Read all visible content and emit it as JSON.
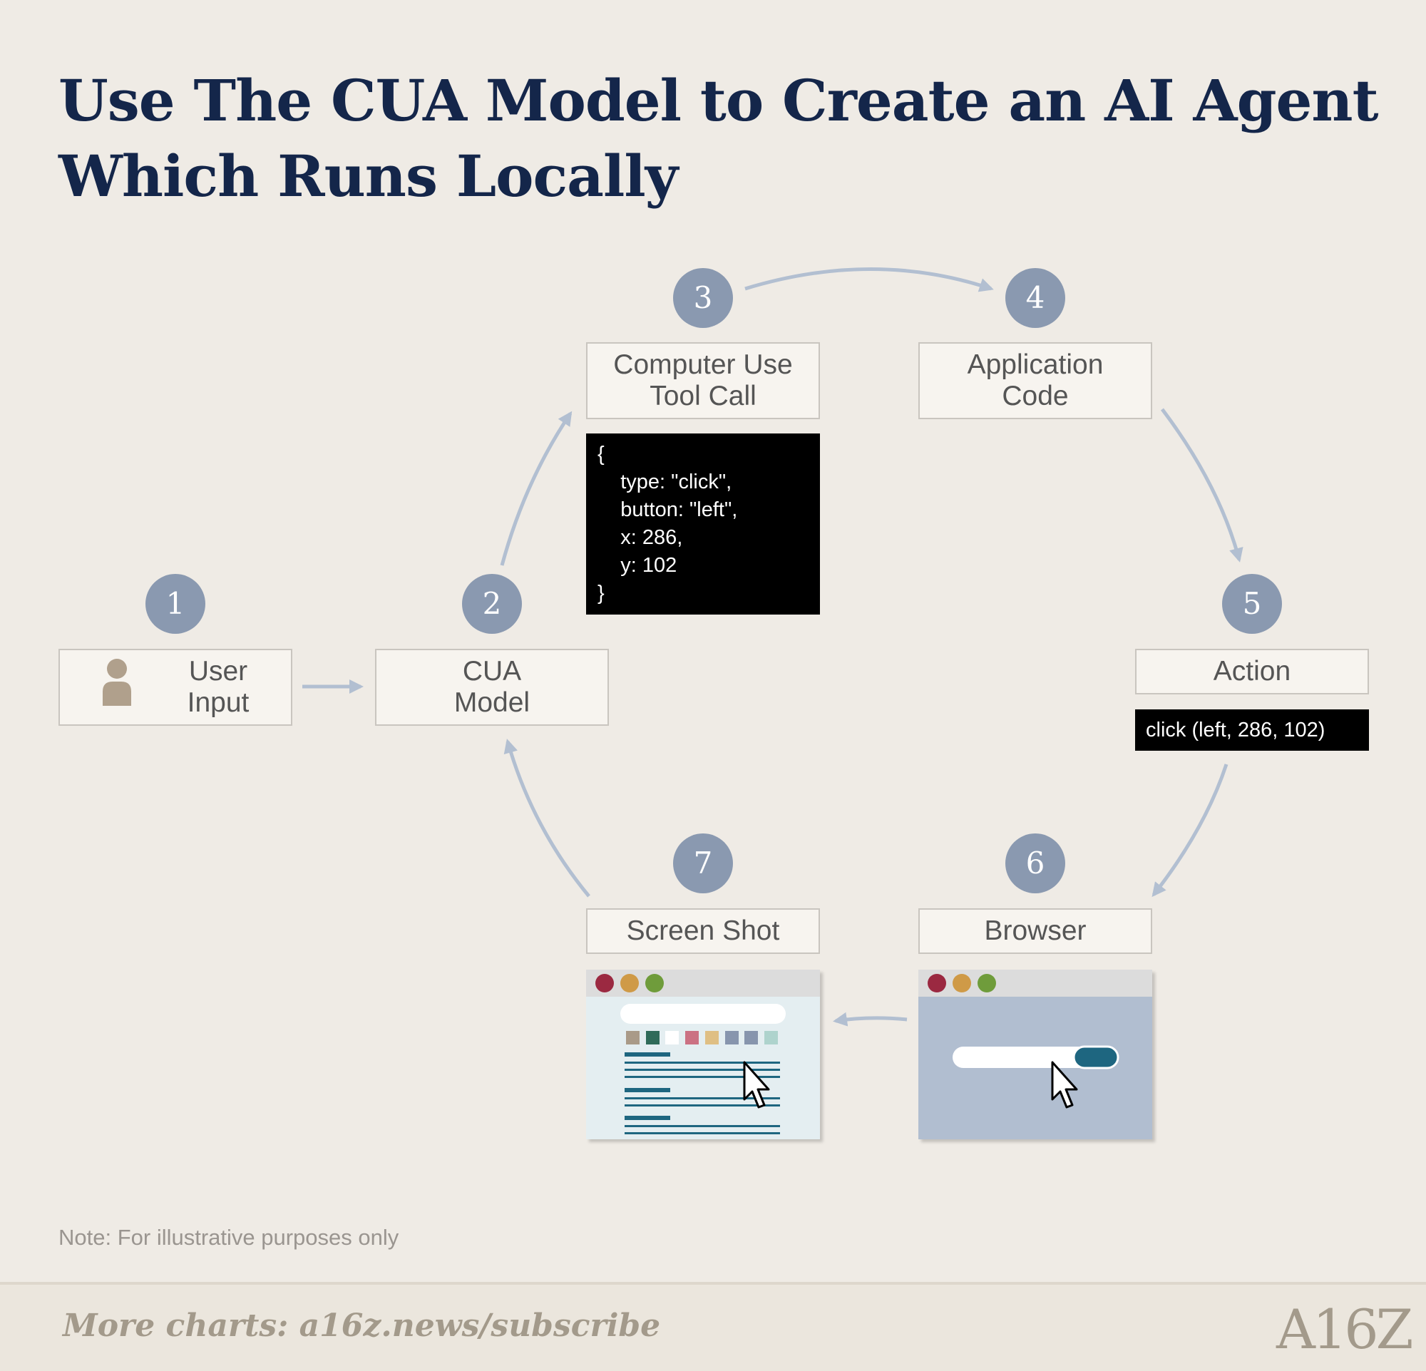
{
  "title": {
    "line1": "Use The CUA Model to Create an AI Agent",
    "line2": "Which Runs Locally"
  },
  "steps": [
    {
      "number": "1",
      "label_line1": "User",
      "label_line2": "Input"
    },
    {
      "number": "2",
      "label_line1": "CUA",
      "label_line2": "Model"
    },
    {
      "number": "3",
      "label_line1": "Computer Use",
      "label_line2": "Tool Call"
    },
    {
      "number": "4",
      "label_line1": "Application",
      "label_line2": "Code"
    },
    {
      "number": "5",
      "label_line1": "Action"
    },
    {
      "number": "6",
      "label_line1": "Browser"
    },
    {
      "number": "7",
      "label_line1": "Screen Shot"
    }
  ],
  "code_block": [
    "{",
    "    type: \"click\",",
    "    button: \"left\",",
    "    x: 286,",
    "    y: 102",
    "}"
  ],
  "action_command": "click (left, 286, 102)",
  "note": "Note: For illustrative purposes only",
  "footer": {
    "cta": "More charts: a16z.news/subscribe",
    "logo": "A16Z"
  },
  "colors": {
    "background": "#efebe5",
    "title": "#14264a",
    "badge": "#8a99b0",
    "arrow": "#b2bfd1",
    "accent_teal": "#1e6680"
  },
  "icons": [
    "user-icon",
    "cursor-icon"
  ]
}
